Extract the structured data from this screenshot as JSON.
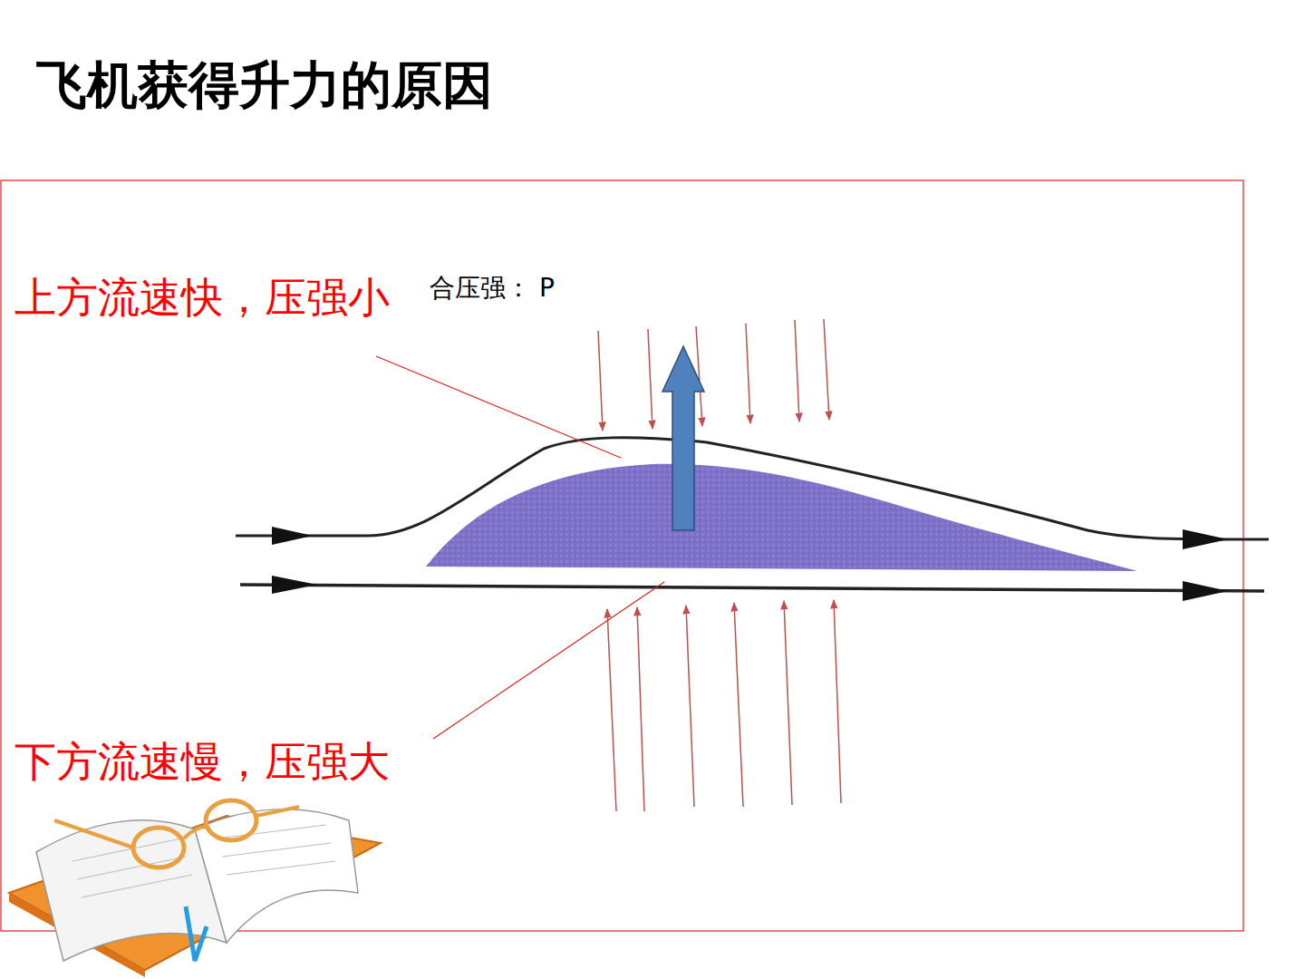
{
  "diagram": {
    "title": "飞机获得升力的原因",
    "labels": [
      "上方流速快，压强小",
      "合压强： P",
      "下方流速慢，压强大"
    ]
  }
}
